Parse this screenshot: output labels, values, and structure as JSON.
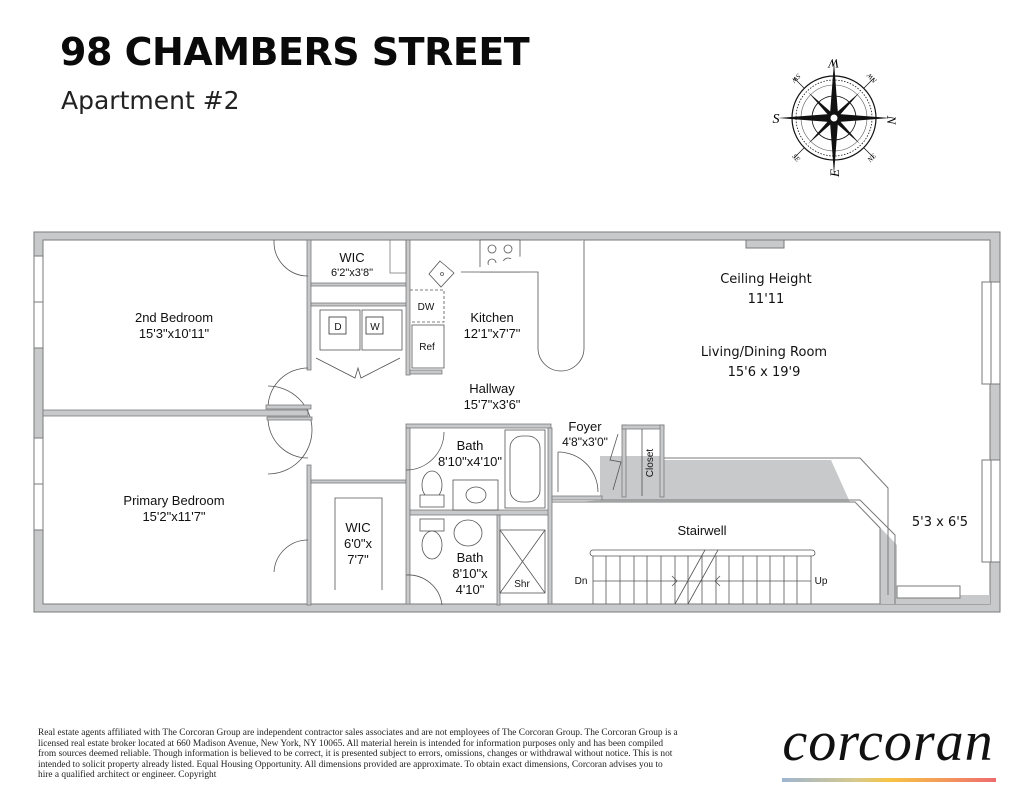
{
  "header": {
    "title": "98 CHAMBERS STREET",
    "subtitle": "Apartment #2"
  },
  "compass": {
    "icon": "compass-rose-icon",
    "labels": {
      "top": "W",
      "right": "N",
      "bottom": "E",
      "left": "S",
      "top_left": "SW",
      "top_right": "NW",
      "bottom_left": "SE",
      "bottom_right": "NE"
    }
  },
  "floorplan": {
    "rooms": [
      {
        "id": "second-bedroom",
        "name": "2nd Bedroom",
        "dims": "15'3\"x10'11\""
      },
      {
        "id": "wic-top",
        "name": "WIC",
        "dims": "6'2\"x3'8\""
      },
      {
        "id": "kitchen",
        "name": "Kitchen",
        "dims": "12'1\"x7'7\""
      },
      {
        "id": "hallway",
        "name": "Hallway",
        "dims": "15'7\"x3'6\""
      },
      {
        "id": "living-dining",
        "name": "Living/Dining Room",
        "dims": "15'6 x 19'9"
      },
      {
        "id": "primary-bedroom",
        "name": "Primary Bedroom",
        "dims": "15'2\"x11'7\""
      },
      {
        "id": "wic-bottom",
        "name": "WIC",
        "dims_line1": "6'0\"x",
        "dims_line2": "7'7\""
      },
      {
        "id": "bath-top",
        "name": "Bath",
        "dims": "8'10\"x4'10\""
      },
      {
        "id": "bath-bottom",
        "name": "Bath",
        "dims_line1": "8'10\"x",
        "dims_line2": "4'10\""
      },
      {
        "id": "foyer",
        "name": "Foyer",
        "dims": "4'8\"x3'0\""
      },
      {
        "id": "stairwell",
        "name": "Stairwell"
      },
      {
        "id": "alcove",
        "dims": "5'3 x 6'5"
      }
    ],
    "ceiling": {
      "label": "Ceiling Height",
      "value": "11'11"
    },
    "fixtures": {
      "dryer": "D",
      "washer": "W",
      "dishwasher": "DW",
      "refrigerator": "Ref",
      "shower": "Shr",
      "closet": "Closet",
      "stair_down": "Dn",
      "stair_up": "Up"
    }
  },
  "footer": {
    "disclaimer": "Real estate agents affiliated with The Corcoran Group are independent contractor sales associates and are not employees of The Corcoran Group. The Corcoran Group is a licensed real estate broker located at 660 Madison Avenue, New York, NY 10065. All material herein is intended for information purposes only and has been compiled from sources deemed reliable. Though information is believed to be correct, it is presented subject to errors, omissions, changes or withdrawal without notice. This is not intended to solicit property already listed. Equal Housing Opportunity. All dimensions provided are approximate. To obtain exact dimensions, Corcoran advises you to hire a qualified architect or engineer. Copyright",
    "logo": "corcoran",
    "colors": {
      "wall": "#c8c9ca",
      "line": "#7a7a7a",
      "bar_start": "#9fb5d0",
      "bar_mid": "#f6c443",
      "bar_end": "#ee6b6e"
    }
  }
}
